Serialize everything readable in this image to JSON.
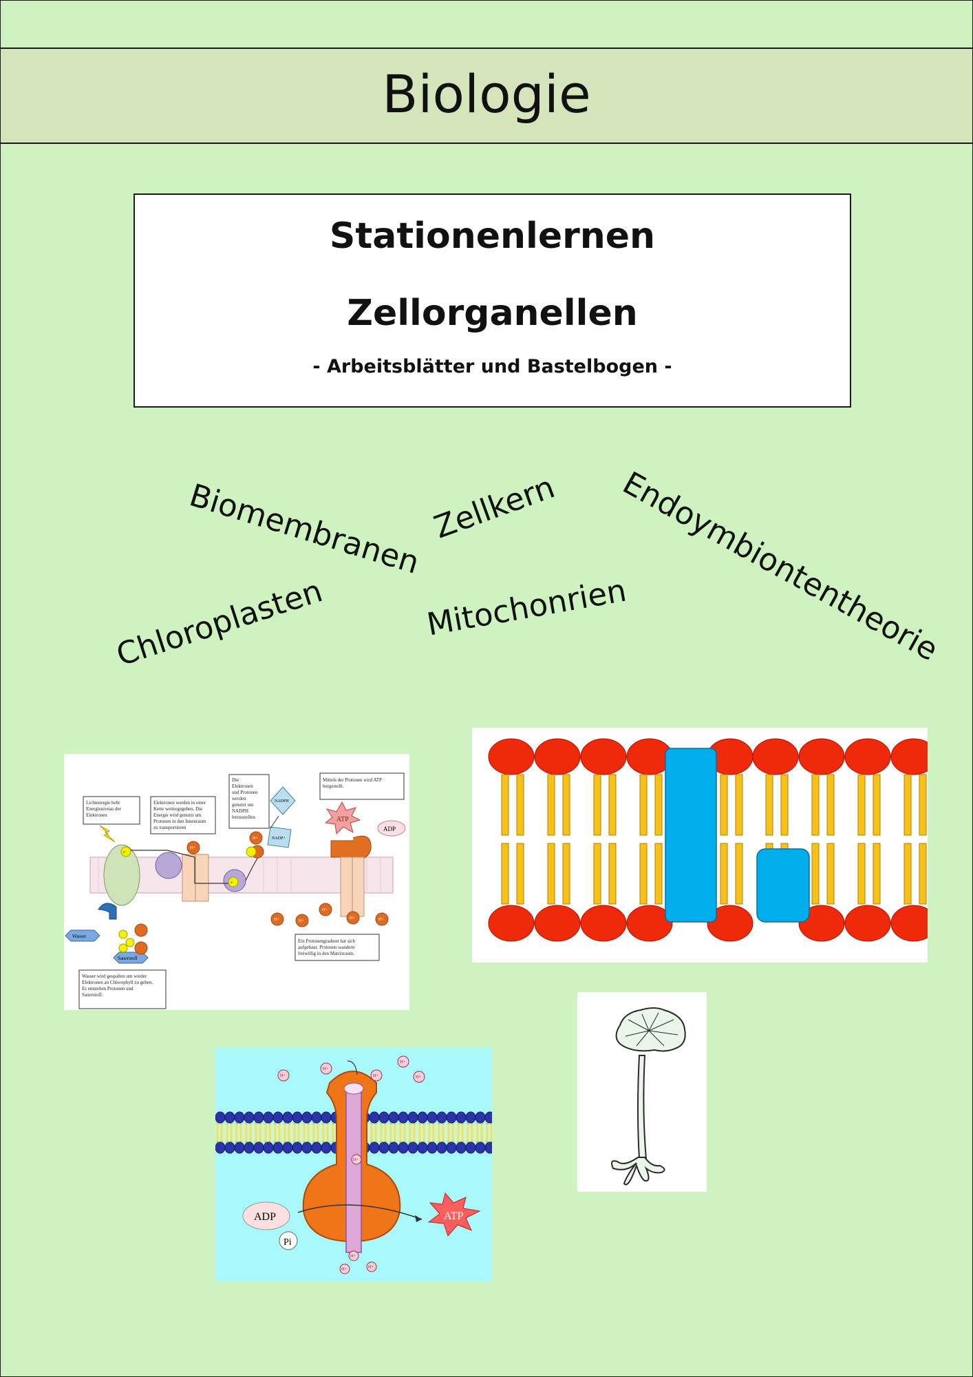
{
  "header": {
    "subject": "Biologie"
  },
  "title_box": {
    "line1": "Stationenlernen",
    "line2": "Zellorganellen",
    "subtitle": "- Arbeitsblätter und Bastelbogen -"
  },
  "topics": [
    "Biomembranen",
    "Zellkern",
    "Endoymbiontentheorie",
    "Chloroplasten",
    "Mitochonrien"
  ],
  "photosynthesis_figure": {
    "box_light": [
      "Lichtenergie hebt",
      "Energieniveau der",
      "Elektronen"
    ],
    "box_electrons": [
      "Elektronen werden in einer",
      "Kette weitergegeben. Die",
      "Energie wird genutzt um",
      "Protonen in den Innenraum",
      "zu transportieren"
    ],
    "box_nadph": [
      "Die",
      "Elektronen",
      "und Protonen",
      "werden",
      "genutzt um",
      "NADPH",
      "herzustellen"
    ],
    "box_atp": [
      "Mittels der Protonen wird ATP",
      "hergestellt."
    ],
    "box_gradient": [
      "Ein Protonengradient hat sich",
      "aufgebaut. Protonen wandern",
      "freiwillig in den Matrixraum."
    ],
    "box_water": [
      "Wasser wird gespalten um wieder",
      "Elektronen an Chlorophyll zu geben.",
      "Es entstehen Protonen und",
      "Sauerstoff."
    ],
    "label_water": "Wasser",
    "label_oxygen": "Sauerstoff",
    "label_nadph": "NADPH",
    "label_nadp": "NADP+",
    "label_atp": "ATP",
    "label_adp": "ADP",
    "label_h": "H+",
    "label_e": "e-"
  },
  "atp_synthase_figure": {
    "label_adp": "ADP",
    "label_pi": "Pi",
    "label_atp": "ATP",
    "label_h": "H+"
  }
}
